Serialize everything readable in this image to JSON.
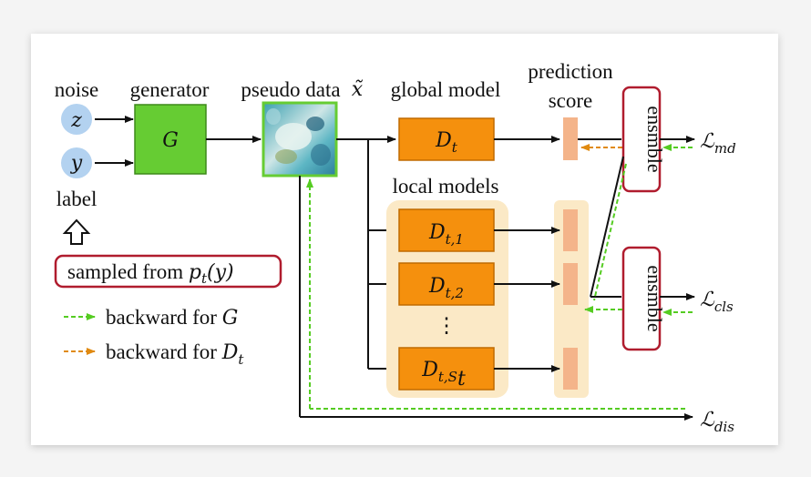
{
  "labels": {
    "noise": "noise",
    "generator": "generator",
    "pseudo_data": "pseudo data",
    "pseudo_data_symbol": "x̃",
    "global_model": "global model",
    "prediction": "prediction",
    "score": "score",
    "local_models": "local models",
    "label": "label",
    "ellipsis": "⋮"
  },
  "inputs": {
    "z": "z",
    "y": "y"
  },
  "generator_symbol": "G",
  "global_model": {
    "symbol": "D",
    "sub": "t"
  },
  "local_models": [
    {
      "symbol": "D",
      "sub": "t,1"
    },
    {
      "symbol": "D",
      "sub": "t,2"
    },
    {
      "symbol": "D",
      "sub": "t,S",
      "subsub": "t"
    }
  ],
  "ensemble_top": "ensmble",
  "ensemble_bottom": "ensmble",
  "sampled_box": {
    "text": "sampled from ",
    "math": "p",
    "math_sub": "t",
    "math_arg": "(y)"
  },
  "legend": [
    {
      "text": "backward for ",
      "math": "G",
      "color": "#55cc22"
    },
    {
      "text": "backward for ",
      "math": "D",
      "math_sub": "t",
      "color": "#e08a10"
    }
  ],
  "losses": {
    "md": {
      "symbol": "ℒ",
      "sub": "md"
    },
    "cls": {
      "symbol": "ℒ",
      "sub": "cls"
    },
    "dis": {
      "symbol": "ℒ",
      "sub": "dis"
    }
  },
  "colors": {
    "generator_fill": "#66cc33",
    "model_fill": "#f5900d",
    "model_stroke": "#c06a00",
    "highlight_bg": "#fbe9c6",
    "score_bar": "#f4b48a",
    "input_circle": "#b3d2f0",
    "ensemble_border": "#b01c2e",
    "green_dash": "#55cc22",
    "orange_dash": "#e08a10"
  }
}
